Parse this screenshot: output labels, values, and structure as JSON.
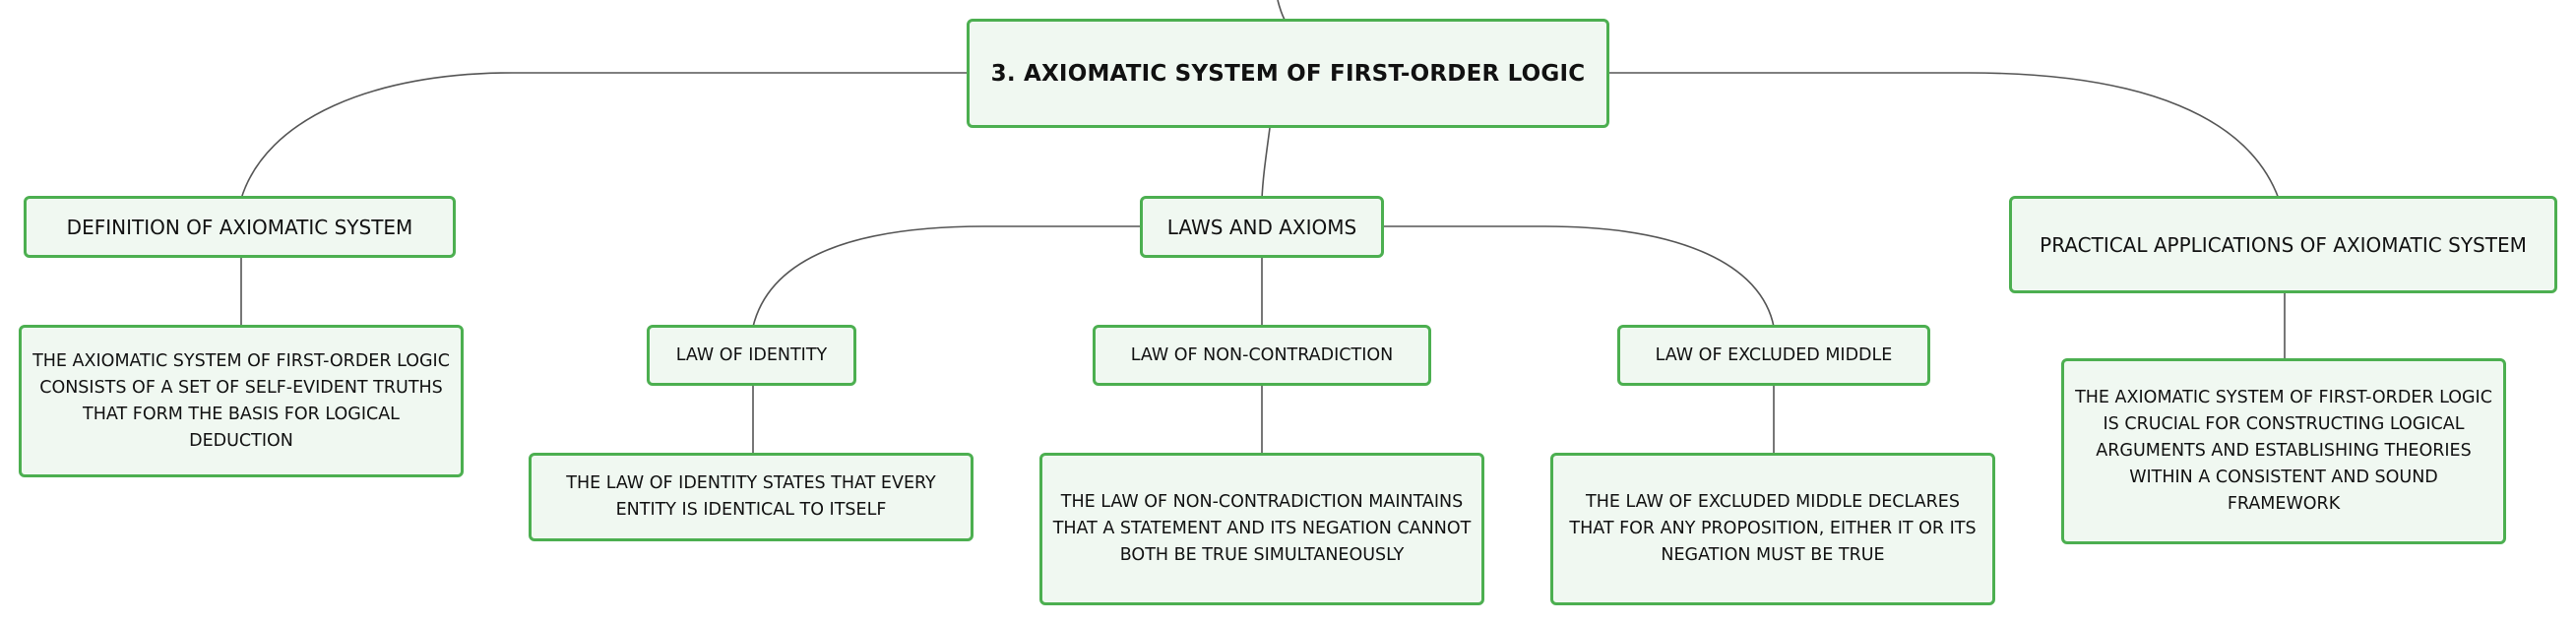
{
  "colors": {
    "node_border": "#4caf50",
    "node_fill": "#f0f8f1",
    "connector": "#555555",
    "text": "#111111"
  },
  "root": {
    "label": "3. AXIOMATIC SYSTEM OF FIRST-ORDER LOGIC"
  },
  "definition": {
    "label": "DEFINITION OF AXIOMATIC SYSTEM",
    "detail": "THE AXIOMATIC SYSTEM OF FIRST-ORDER LOGIC CONSISTS OF A SET OF SELF-EVIDENT TRUTHS THAT FORM THE BASIS FOR LOGICAL DEDUCTION"
  },
  "laws": {
    "label": "LAWS AND AXIOMS",
    "identity": {
      "label": "LAW OF IDENTITY",
      "detail": "THE LAW OF IDENTITY STATES THAT EVERY ENTITY IS IDENTICAL TO ITSELF"
    },
    "non_contradiction": {
      "label": "LAW OF NON-CONTRADICTION",
      "detail": "THE LAW OF NON-CONTRADICTION MAINTAINS THAT A STATEMENT AND ITS NEGATION CANNOT BOTH BE TRUE SIMULTANEOUSLY"
    },
    "excluded_middle": {
      "label": "LAW OF EXCLUDED MIDDLE",
      "detail": "THE LAW OF EXCLUDED MIDDLE DECLARES THAT FOR ANY PROPOSITION, EITHER IT OR ITS NEGATION MUST BE TRUE"
    }
  },
  "applications": {
    "label": "PRACTICAL APPLICATIONS OF AXIOMATIC SYSTEM",
    "detail": "THE AXIOMATIC SYSTEM OF FIRST-ORDER LOGIC IS CRUCIAL FOR CONSTRUCTING LOGICAL ARGUMENTS AND ESTABLISHING THEORIES WITHIN A CONSISTENT AND SOUND FRAMEWORK"
  }
}
